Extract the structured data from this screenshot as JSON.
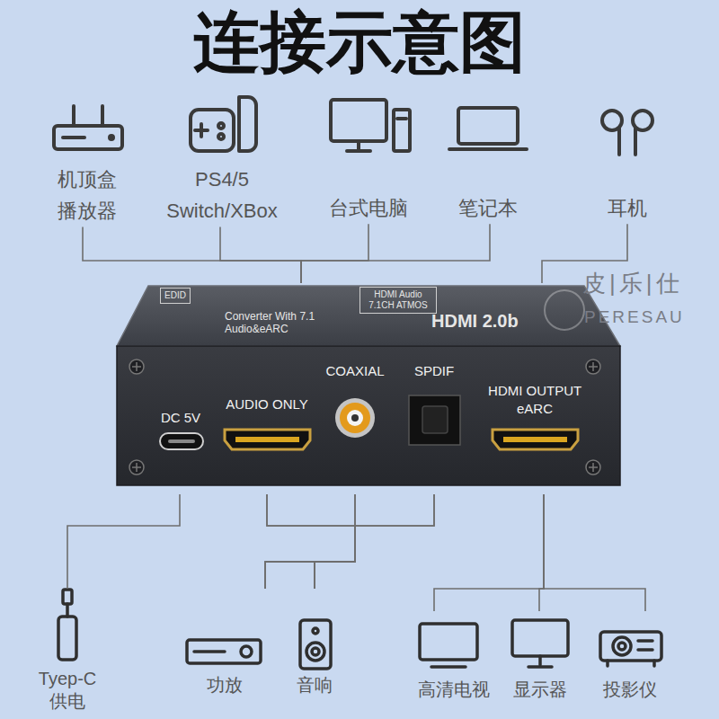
{
  "diagram": {
    "title": "连接示意图",
    "nodes": [
      {
        "text": [
          "机顶盒 播放器"
        ]
      },
      {
        "text": [
          "PS4/5 Switch/XBox"
        ]
      },
      {
        "text": [
          "台式电脑"
        ]
      },
      {
        "text": [
          "笔记本"
        ]
      },
      {
        "text": [
          "耳机"
        ]
      },
      {
        "text": [
          "HDMI 2.0b",
          "Converter With 7.1 Audio&eARC"
        ]
      },
      {
        "text": [
          "HDMI Audio 7.1CH ATMOS"
        ],
        "in": 5
      },
      {
        "text": [
          "EDID"
        ],
        "in": 5
      },
      {
        "text": [
          "DC 5V"
        ],
        "in": 5
      },
      {
        "text": [
          "AUDIO ONLY"
        ],
        "in": 5
      },
      {
        "text": [
          "COAXIAL"
        ],
        "in": 5
      },
      {
        "text": [
          "SPDIF"
        ],
        "in": 5
      },
      {
        "text": [
          "HDMI OUTPUT eARC"
        ],
        "in": 5
      },
      {
        "text": [
          "Tyep-C 供电"
        ]
      },
      {
        "text": [
          "功放"
        ]
      },
      {
        "text": [
          "音响"
        ]
      },
      {
        "text": [
          "高清电视"
        ]
      },
      {
        "text": [
          "显示器"
        ]
      },
      {
        "text": [
          "投影仪"
        ]
      }
    ],
    "edges": [
      {
        "from": 0,
        "to": 5,
        "arrow": "none"
      },
      {
        "from": 1,
        "to": 5,
        "arrow": "none"
      },
      {
        "from": 2,
        "to": 5,
        "arrow": "none"
      },
      {
        "from": 3,
        "to": 5,
        "arrow": "none"
      },
      {
        "from": 4,
        "to": 5,
        "arrow": "none"
      },
      {
        "from": 8,
        "to": 13,
        "arrow": "none"
      },
      {
        "from": 9,
        "to": 14,
        "arrow": "none"
      },
      {
        "from": 9,
        "to": 15,
        "arrow": "none"
      },
      {
        "from": 10,
        "to": 14,
        "arrow": "none"
      },
      {
        "from": 10,
        "to": 15,
        "arrow": "none"
      },
      {
        "from": 11,
        "to": 14,
        "arrow": "none"
      },
      {
        "from": 11,
        "to": 15,
        "arrow": "none"
      },
      {
        "from": 12,
        "to": 16,
        "arrow": "none"
      },
      {
        "from": 12,
        "to": 17,
        "arrow": "none"
      },
      {
        "from": 12,
        "to": 18,
        "arrow": "none"
      }
    ],
    "labels": [
      "皮|乐|仕",
      "PERESAU"
    ]
  }
}
